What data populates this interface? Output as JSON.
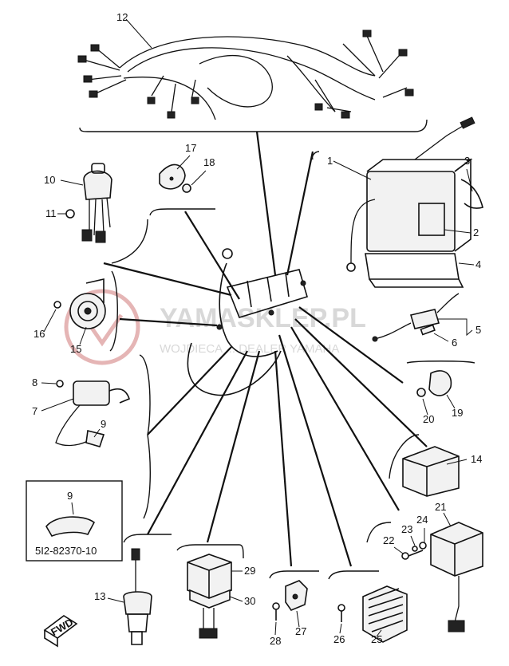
{
  "watermark": {
    "title": "YAMASKLEP.PL",
    "subtitle": "WOJDIECA ... DEALER YAMAHA"
  },
  "callouts": {
    "c1": "1",
    "c2": "2",
    "c3": "3",
    "c4": "4",
    "c5": "5",
    "c6": "6",
    "c7": "7",
    "c8": "8",
    "c9": "9",
    "c9b": "9",
    "c10": "10",
    "c11": "11",
    "c12": "12",
    "c13": "13",
    "c14": "14",
    "c15": "15",
    "c16": "16",
    "c17": "17",
    "c18": "18",
    "c19": "19",
    "c20": "20",
    "c21": "21",
    "c22": "22",
    "c23": "23",
    "c24": "24",
    "c25": "25",
    "c26": "26",
    "c27": "27",
    "c28": "28",
    "c29": "29",
    "c30": "30"
  },
  "inset": {
    "part_number": "5I2-82370-10"
  },
  "fwd_label": "FWD"
}
